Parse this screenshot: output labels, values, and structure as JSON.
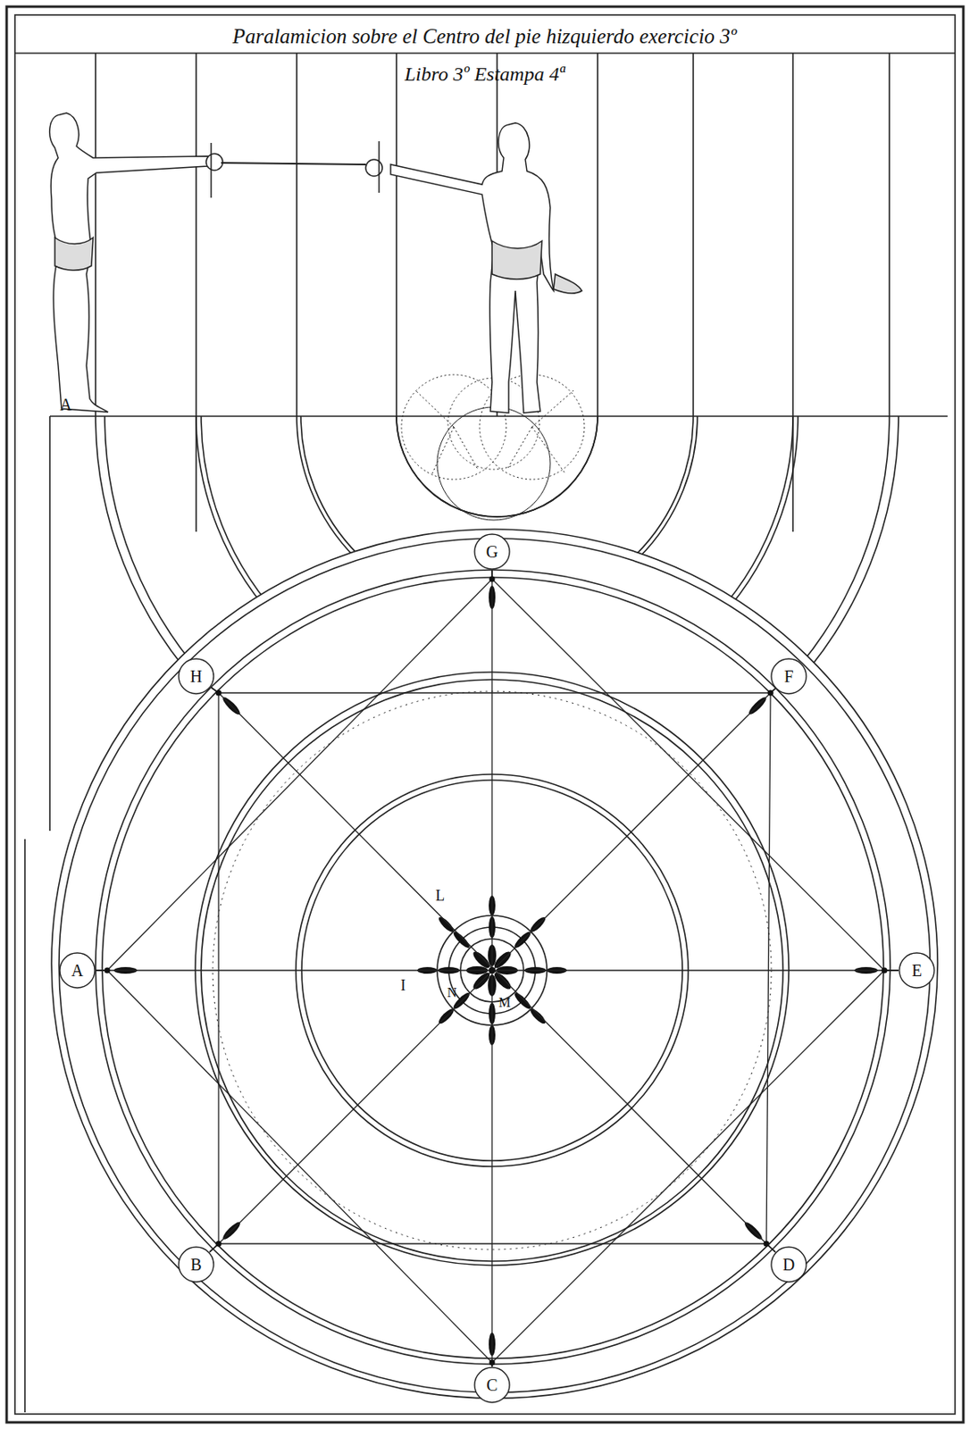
{
  "diagram": {
    "title": "Paralamicion sobre el Centro del pie hizquierdo exercicio 3º",
    "nodes": [
      {
        "text": [
          "G"
        ]
      },
      {
        "text": [
          "H"
        ]
      },
      {
        "text": [
          "F"
        ]
      },
      {
        "text": [
          "A"
        ]
      },
      {
        "text": [
          "E"
        ]
      },
      {
        "text": [
          "B"
        ]
      },
      {
        "text": [
          "D"
        ]
      },
      {
        "text": [
          "C"
        ]
      }
    ],
    "edges": [
      {
        "from": 0,
        "to": 3,
        "arrow": "none"
      },
      {
        "from": 0,
        "to": 4,
        "arrow": "none"
      },
      {
        "from": 3,
        "to": 7,
        "arrow": "none"
      },
      {
        "from": 4,
        "to": 7,
        "arrow": "none"
      },
      {
        "from": 1,
        "to": 2,
        "arrow": "none"
      },
      {
        "from": 5,
        "to": 6,
        "arrow": "none"
      },
      {
        "from": 1,
        "to": 5,
        "arrow": "none"
      },
      {
        "from": 2,
        "to": 6,
        "arrow": "none"
      },
      {
        "from": 1,
        "to": 6,
        "arrow": "none"
      },
      {
        "from": 2,
        "to": 5,
        "arrow": "none"
      },
      {
        "from": 0,
        "to": 7,
        "arrow": "none"
      },
      {
        "from": 3,
        "to": 4,
        "arrow": "none"
      }
    ],
    "labels": [
      "Libro 3º Estampa 4ª",
      "A",
      "L",
      "I",
      "N",
      "M"
    ]
  }
}
